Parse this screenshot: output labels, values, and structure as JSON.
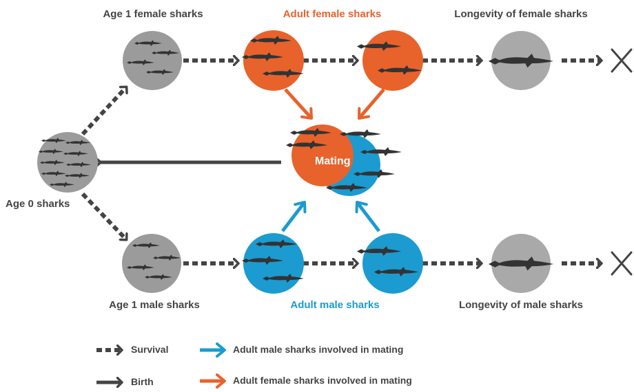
{
  "labels": {
    "age1_female": "Age 1 female sharks",
    "adult_female": "Adult female sharks",
    "longevity_female": "Longevity of female sharks",
    "age0": "Age 0 sharks",
    "mating": "Mating",
    "age1_male": "Age 1 male sharks",
    "adult_male": "Adult male sharks",
    "longevity_male": "Longevity of male sharks"
  },
  "legend": {
    "survival": "Survival",
    "birth": "Birth",
    "male_mating": "Adult male sharks involved in mating",
    "female_mating": "Adult female sharks involved in mating"
  },
  "colors": {
    "female": "#e8622c",
    "male": "#1b9bd0",
    "grey_circle": "#9b9b9b",
    "arrow": "#444444"
  },
  "icons": {
    "end": "x-mark-icon",
    "shark": "shark-icon"
  }
}
